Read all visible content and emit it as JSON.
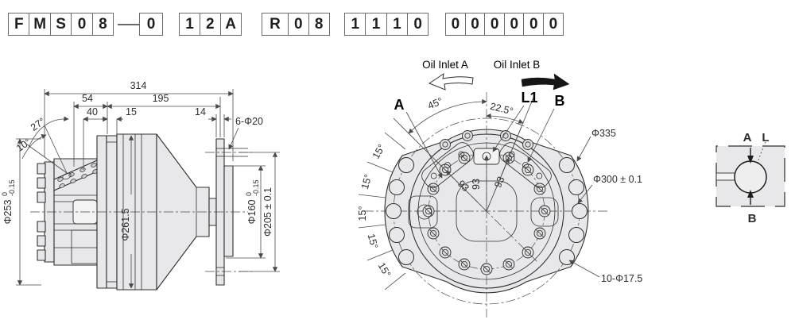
{
  "code_row": {
    "g1": [
      "F",
      "M",
      "S",
      "0",
      "8"
    ],
    "g2": [
      "0"
    ],
    "g3": [
      "1",
      "2",
      "A"
    ],
    "g4": [
      "R",
      "0",
      "8"
    ],
    "g5": [
      "1",
      "1",
      "1",
      "0"
    ],
    "g6": [
      "0",
      "0",
      "0",
      "0",
      "0",
      "0"
    ]
  },
  "side_view": {
    "dim_overall": "314",
    "dim_54": "54",
    "dim_195": "195",
    "dim_40": "40",
    "dim_15": "15",
    "dim_14": "14",
    "holes": "6-Φ20",
    "angle_27": "27°",
    "angle_10": "10°",
    "phi_253": "Φ253",
    "phi_253_tol_upper": "0",
    "phi_253_tol_lower": "-0.15",
    "phi_261": "Φ261.5",
    "phi_160": "Φ160",
    "phi_160_tol_upper": "0",
    "phi_160_tol_lower": "-0.15",
    "phi_205": "Φ205 ± 0.1"
  },
  "front_view": {
    "oil_inlet_a": "Oil Inlet A",
    "oil_inlet_b": "Oil Inlet B",
    "port_a": "A",
    "port_l1": "L1",
    "port_b": "B",
    "angle_45": "45°",
    "angle_225": "22.5°",
    "angle_step": "15°",
    "radius_93": "93",
    "phi_335": "Φ335",
    "phi_300": "Φ300 ± 0.1",
    "holes": "10-Φ17.5"
  },
  "symbol": {
    "port_a": "A",
    "port_l": "L",
    "port_b": "B"
  },
  "colors": {
    "line": "#2f2f2f",
    "fill": "#e8e8ea",
    "dim": "#4a4a4a"
  }
}
